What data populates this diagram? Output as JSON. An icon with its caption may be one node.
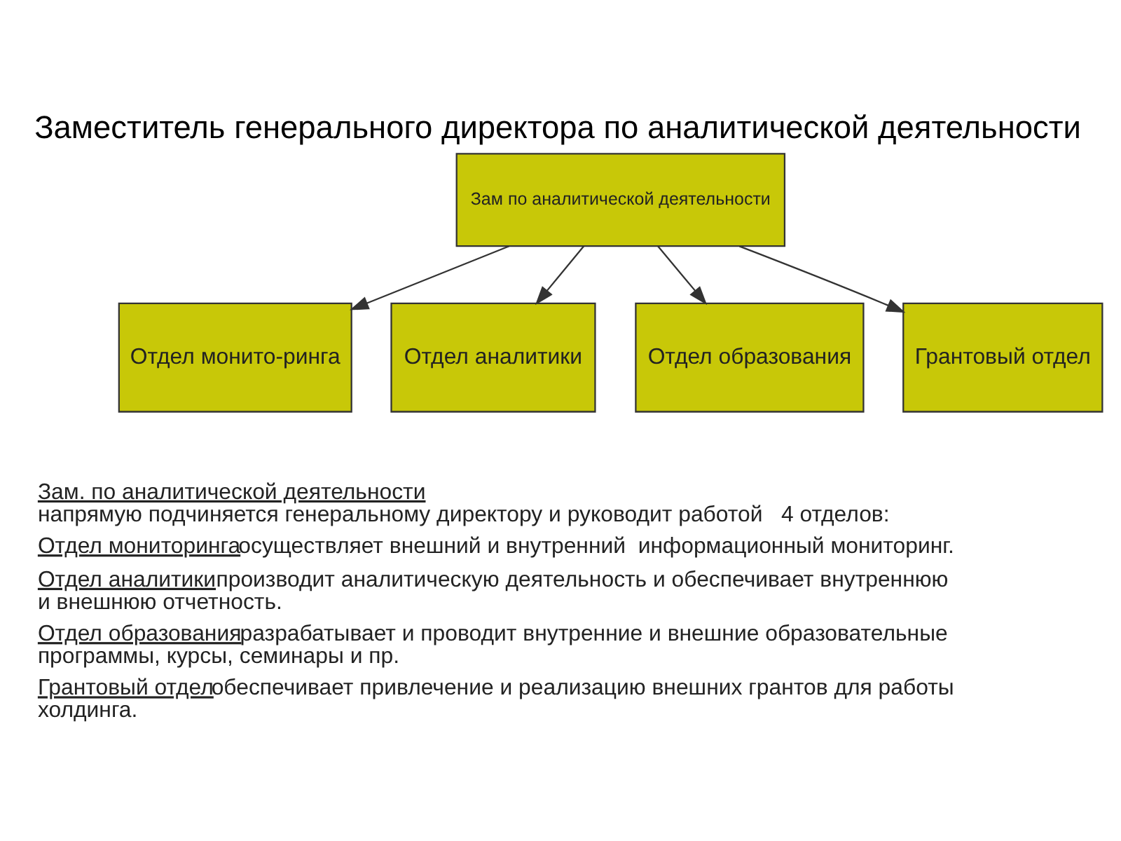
{
  "diagram": {
    "title": "Заместитель генерального директора по аналитической деятельности",
    "nodes": [
      {
        "text": [
          "Зам по аналитической деятельности"
        ]
      },
      {
        "text": [
          "Отдел монито-ринга"
        ]
      },
      {
        "text": [
          "Отдел аналитики"
        ]
      },
      {
        "text": [
          "Отдел образования"
        ]
      },
      {
        "text": [
          "Грантовый отдел"
        ]
      }
    ],
    "edges": [
      {
        "from": 0,
        "to": 1,
        "arrow": "to"
      },
      {
        "from": 0,
        "to": 2,
        "arrow": "to"
      },
      {
        "from": 0,
        "to": 3,
        "arrow": "to"
      },
      {
        "from": 0,
        "to": 4,
        "arrow": "to"
      }
    ],
    "labels": [
      "Зам. по аналитической деятельности",
      "напрямую подчиняется генеральному директору и руководит работой   4 отделов:",
      "Отдел мониторинга",
      "осуществляет внешний и внутренний  информационный мониторинг.",
      "Отдел аналитики",
      "производит аналитическую деятельность и обеспечивает внутреннюю и внешнюю отчетность.",
      "Отдел образования",
      "разрабатывает и проводит внутренние и внешние образовательные программы, курсы, семинары и пр.",
      "Грантовый отдел",
      "обеспечивает привлечение и реализацию внешних грантов для работы холдинга."
    ]
  }
}
